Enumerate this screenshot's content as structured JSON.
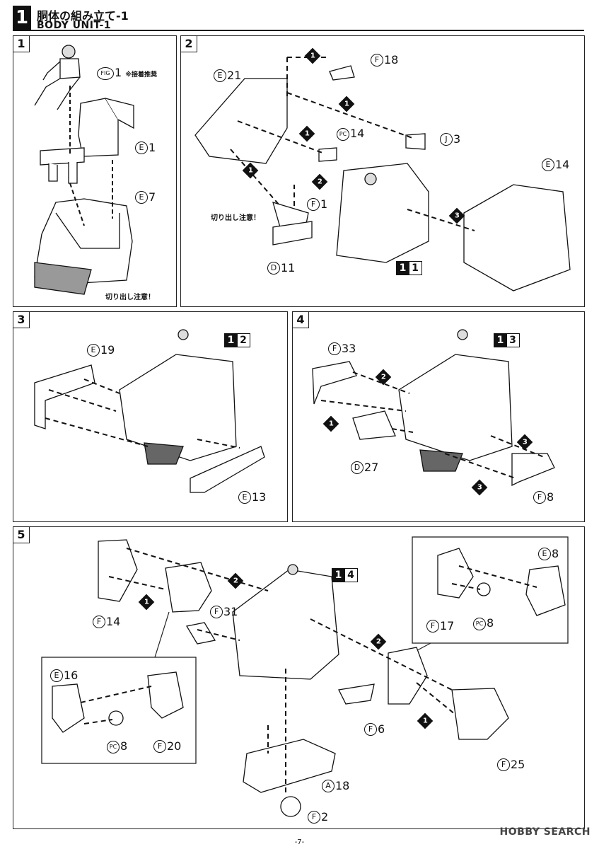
{
  "header": {
    "number": "1",
    "title": "胴体の組み立て-1",
    "subtitle": "BODY UNIT-1"
  },
  "panels": [
    {
      "num": "1",
      "labels": [
        {
          "id": "FIG",
          "letter": "FIG",
          "num": "1",
          "extra": "※接着推奨"
        },
        {
          "id": "E1",
          "letter": "E",
          "num": "1"
        },
        {
          "id": "E7",
          "letter": "E",
          "num": "7"
        }
      ],
      "notes": [
        "切り出し注意！"
      ]
    },
    {
      "num": "2",
      "labels": [
        {
          "id": "E21",
          "letter": "E",
          "num": "21"
        },
        {
          "id": "F18",
          "letter": "F",
          "num": "18"
        },
        {
          "id": "PC14",
          "letter": "PC",
          "num": "14"
        },
        {
          "id": "J3",
          "letter": "J",
          "num": "3"
        },
        {
          "id": "E14",
          "letter": "E",
          "num": "14"
        },
        {
          "id": "F1",
          "letter": "F",
          "num": "1"
        },
        {
          "id": "D11",
          "letter": "D",
          "num": "11"
        }
      ],
      "notes": [
        "切り出し注意！"
      ],
      "ref": [
        "1",
        "1"
      ]
    },
    {
      "num": "3",
      "labels": [
        {
          "id": "E19",
          "letter": "E",
          "num": "19"
        },
        {
          "id": "E13",
          "letter": "E",
          "num": "13"
        }
      ],
      "ref": [
        "1",
        "2"
      ]
    },
    {
      "num": "4",
      "labels": [
        {
          "id": "F33",
          "letter": "F",
          "num": "33"
        },
        {
          "id": "D27",
          "letter": "D",
          "num": "27"
        },
        {
          "id": "F8",
          "letter": "F",
          "num": "8"
        }
      ],
      "ref": [
        "1",
        "3"
      ]
    },
    {
      "num": "5",
      "labels": [
        {
          "id": "F14",
          "letter": "F",
          "num": "14"
        },
        {
          "id": "F31",
          "letter": "F",
          "num": "31"
        },
        {
          "id": "E8",
          "letter": "E",
          "num": "8"
        },
        {
          "id": "F17",
          "letter": "F",
          "num": "17"
        },
        {
          "id": "PC8a",
          "letter": "PC",
          "num": "8"
        },
        {
          "id": "E16",
          "letter": "E",
          "num": "16"
        },
        {
          "id": "PC8b",
          "letter": "PC",
          "num": "8"
        },
        {
          "id": "F20",
          "letter": "F",
          "num": "20"
        },
        {
          "id": "F6",
          "letter": "F",
          "num": "6"
        },
        {
          "id": "F25",
          "letter": "F",
          "num": "25"
        },
        {
          "id": "A18",
          "letter": "A",
          "num": "18"
        },
        {
          "id": "F2",
          "letter": "F",
          "num": "2"
        }
      ],
      "ref": [
        "1",
        "4"
      ]
    }
  ],
  "steps": {
    "one": "1",
    "two": "2",
    "three": "3"
  },
  "page_number": "-7-",
  "watermark": "HOBBY SEARCH"
}
